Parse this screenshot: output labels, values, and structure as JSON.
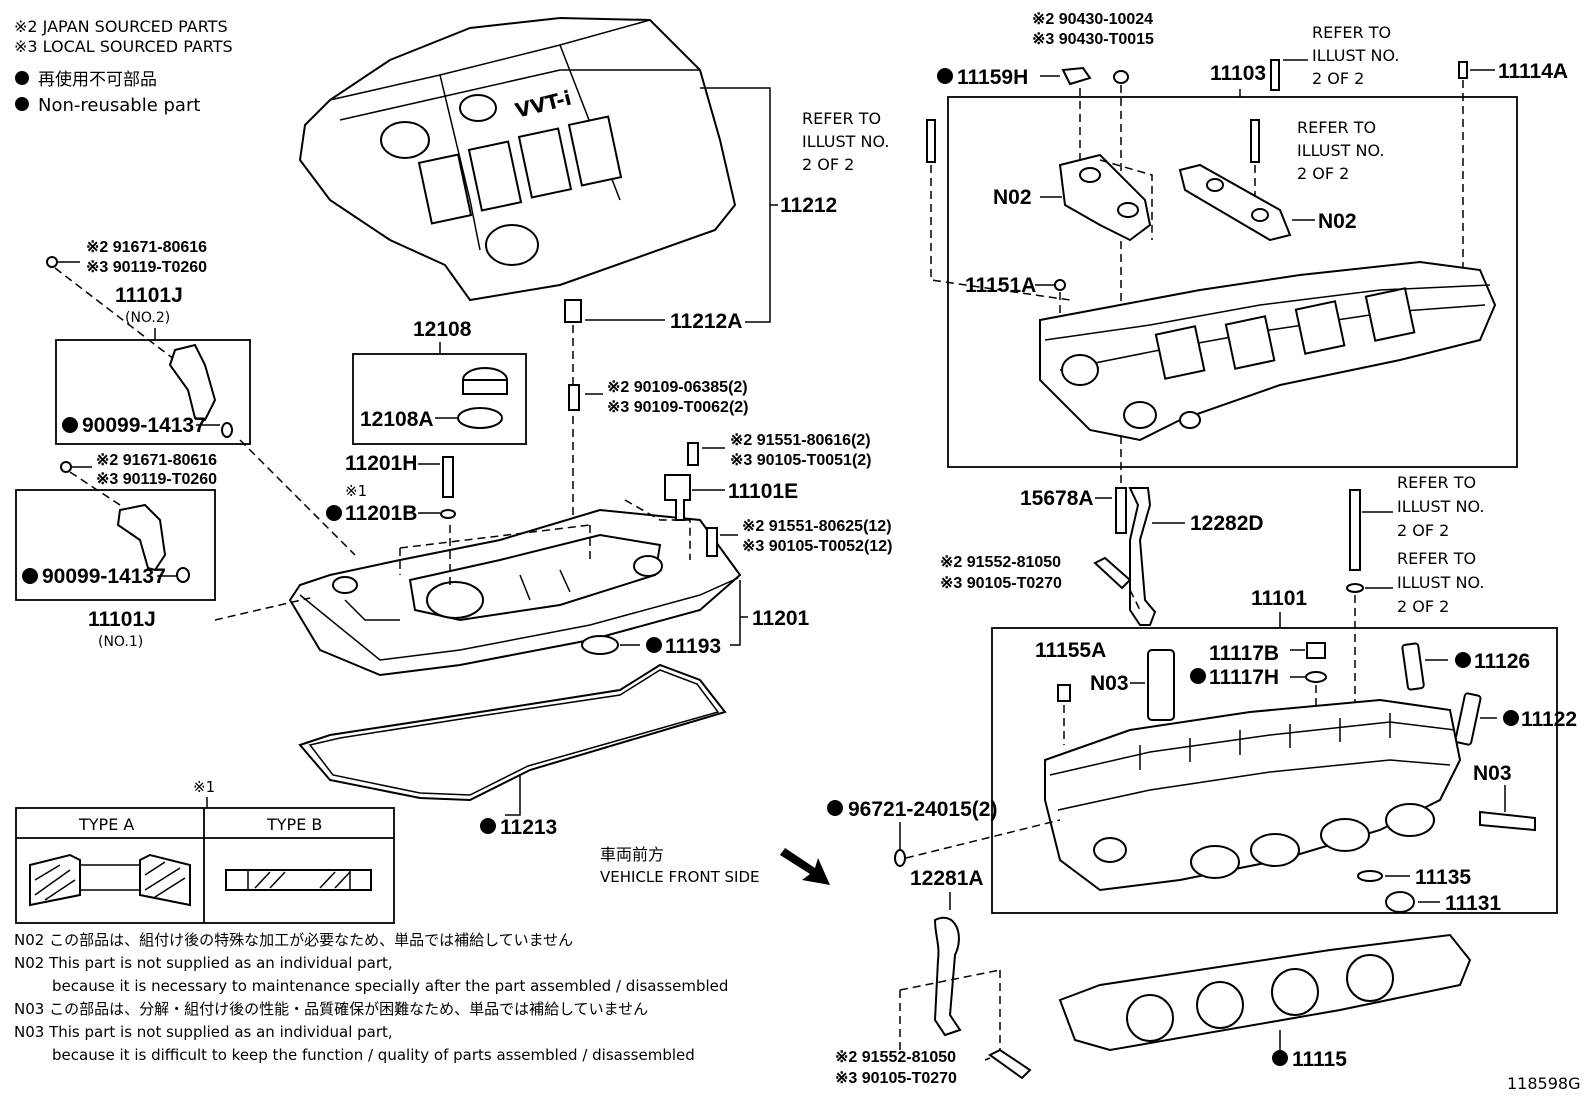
{
  "header": {
    "note_2": "※2 JAPAN SOURCED PARTS",
    "note_3": "※3 LOCAL SOURCED PARTS",
    "nonreusable_jp": "再使用不可部品",
    "nonreusable_en": "Non-reusable part"
  },
  "parts": {
    "p11212": "11212",
    "p11212A": "11212A",
    "p12108": "12108",
    "p12108A": "12108A",
    "p11201H": "11201H",
    "p11201B_mark": "※1",
    "p11201B": "11201B",
    "p11201": "11201",
    "p11193": "11193",
    "p11213": "11213",
    "p11101E": "11101E",
    "p11101J_top": "11101J",
    "p11101J_top_sub": "(NO.2)",
    "p11101J_bot": "11101J",
    "p11101J_bot_sub": "(NO.1)",
    "p90099_a": "90099-14137",
    "p90099_b": "90099-14137",
    "bolt_top_2": "※2 91671-80616",
    "bolt_top_3": "※3 90119-T0260",
    "bolt_mid_2": "※2 91671-80616",
    "bolt_mid_3": "※3 90119-T0260",
    "stud_2": "※2 90109-06385(2)",
    "stud_3": "※3 90109-T0062(2)",
    "b551_2": "※2 91551-80616(2)",
    "b551_3": "※3 90105-T0051(2)",
    "b625_2": "※2 91551-80625(12)",
    "b625_3": "※3 90105-T0052(12)",
    "w10024_2": "※2 90430-10024",
    "w10024_3": "※3 90430-T0015",
    "p11159H": "11159H",
    "p11103": "11103",
    "p11114A": "11114A",
    "p11151A": "11151A",
    "pN02_left": "N02",
    "pN02_right": "N02",
    "p15678A": "15678A",
    "p12282D": "12282D",
    "b552_2": "※2 91552-81050",
    "b552_3": "※3 90105-T0270",
    "p11101": "11101",
    "p11155A": "11155A",
    "pN03_left": "N03",
    "pN03_right": "N03",
    "p11117B": "11117B",
    "p11117H": "11117H",
    "p11126": "11126",
    "p11122": "11122",
    "p96721": "96721-24015(2)",
    "p11135": "11135",
    "p11131": "11131",
    "p12281A": "12281A",
    "p11115": "11115",
    "b552b_2": "※2 91552-81050",
    "b552b_3": "※3 90105-T0270"
  },
  "refs": {
    "r1": [
      "REFER TO",
      "ILLUST NO.",
      "2 OF 2"
    ],
    "r2": [
      "REFER TO",
      "ILLUST NO.",
      "2 OF 2"
    ],
    "r3": [
      "REFER TO",
      "ILLUST NO.",
      "2 OF 2"
    ],
    "r4": [
      "REFER TO",
      "ILLUST NO.",
      "2 OF 2"
    ],
    "r5": [
      "REFER TO",
      "ILLUST NO.",
      "2 OF 2"
    ]
  },
  "type_table": {
    "mark": "※1",
    "type_a": "TYPE A",
    "type_b": "TYPE B"
  },
  "front": {
    "jp": "車両前方",
    "en": "VEHICLE FRONT SIDE"
  },
  "notes": [
    "N02 この部品は、組付け後の特殊な加工が必要なため、単品では補給していません",
    "N02 This part is not supplied as an individual part,",
    "because it is necessary to maintenance specially after the part assembled / disassembled",
    "N03 この部品は、分解・組付け後の性能・品質確保が困難なため、単品では補給していません",
    "N03 This part is not supplied as an individual part,",
    "because it is difficult to keep the function / quality of parts assembled / disassembled"
  ],
  "illustration_id": "118598G",
  "cover_text": "VVT-i"
}
